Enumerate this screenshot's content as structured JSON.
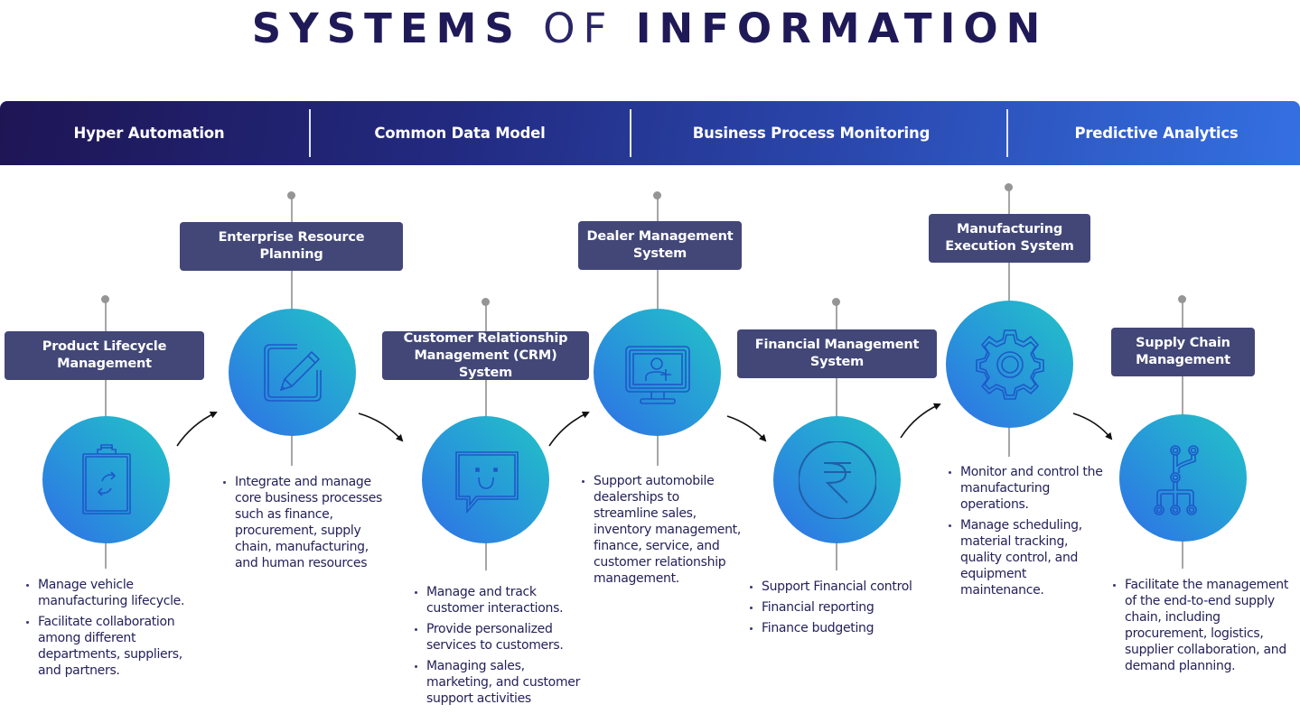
{
  "title": {
    "bold_1": "SYSTEMS",
    "light": "OF",
    "bold_2": "INFORMATION"
  },
  "band": {
    "items": [
      "Hyper Automation",
      "Common Data Model",
      "Business Process Monitoring",
      "Predictive Analytics"
    ]
  },
  "colors": {
    "title": "#1f1a57",
    "label_bg": "#424778",
    "band_start": "#1e1554",
    "band_end": "#3470e2",
    "circle_start": "#2f6fe6",
    "circle_end": "#22c3c6",
    "text": "#24215a"
  },
  "systems": [
    {
      "name": "Product Lifecycle Management",
      "icon": "clipboard-refresh-icon",
      "bullets": [
        "Manage vehicle manufacturing lifecycle.",
        "Facilitate collaboration among different departments, suppliers, and partners."
      ]
    },
    {
      "name": "Enterprise Resource Planning",
      "icon": "edit-pencil-icon",
      "bullets": [
        "Integrate and manage core business processes such as finance, procurement, supply chain, manufacturing, and human resources"
      ]
    },
    {
      "name": "Customer Relationship Management (CRM) System",
      "icon": "chat-smile-icon",
      "bullets": [
        "Manage and track customer interactions.",
        "Provide personalized services to customers.",
        "Managing sales, marketing, and customer support activities"
      ]
    },
    {
      "name": "Dealer Management System",
      "icon": "monitor-add-user-icon",
      "bullets": [
        "Support automobile dealerships to streamline sales, inventory management, finance, service, and customer relationship management."
      ]
    },
    {
      "name": "Financial Management System",
      "icon": "rupee-icon",
      "bullets": [
        "Support Financial control",
        "Financial reporting",
        "Finance budgeting"
      ]
    },
    {
      "name": "Manufacturing Execution System",
      "icon": "gear-icon",
      "bullets": [
        "Monitor and control the manufacturing operations.",
        "Manage scheduling, material tracking, quality control, and equipment maintenance."
      ]
    },
    {
      "name": "Supply Chain Management",
      "icon": "network-branch-icon",
      "bullets": [
        "Facilitate the management of the end-to-end supply chain, including procurement, logistics, supplier collaboration, and demand planning."
      ]
    }
  ]
}
